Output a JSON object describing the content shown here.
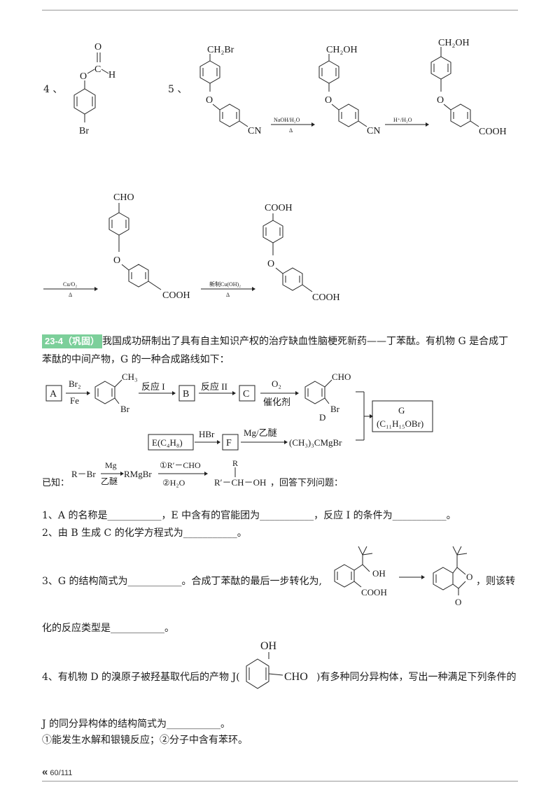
{
  "structures": {
    "s1_label": "4",
    "s1_sep": "、",
    "s1_o_top": "O",
    "s1_c": "C",
    "s1_h": "H",
    "s1_o_ester": "O",
    "s1_br": "Br",
    "s2_label": "5",
    "s2_sep": "、",
    "s2_ch2br": "CH₂Br",
    "s2_o": "O",
    "s2_cn": "CN",
    "s3_ch2oh": "CH₂OH",
    "s3_o": "O",
    "s3_cn": "CN",
    "s4_ch2oh": "CH₂OH",
    "s4_o": "O",
    "s4_cooh": "COOH",
    "s5_cho": "CHO",
    "s5_o": "O",
    "s5_cooh": "COOH",
    "s6_cooh_top": "COOH",
    "s6_o": "O",
    "s6_cooh": "COOH",
    "arrow1_top": "NaOH/H₂O",
    "arrow1_bottom": "Δ",
    "arrow2_top": "H⁺/H₂O",
    "arrow2_bottom": "",
    "arrow3_top": "Cu/O₂",
    "arrow3_bottom": "Δ",
    "arrow4_top": "新制Cu(OH)₂",
    "arrow4_bottom": "Δ"
  },
  "problem": {
    "badge": "23-4（巩固）",
    "intro_line1": "我国成功研制出了具有自主知识产权的治疗缺血性脑梗死新药——丁苯酞。有机物 G 是合成丁",
    "intro_line2": "苯酞的中间产物，G 的一种合成路线如下："
  },
  "scheme": {
    "box_a": "A",
    "br2": "Br₂",
    "fe": "Fe",
    "ch3": "CH₃",
    "br_a": "Br",
    "reaction1": "反应 I",
    "box_b": "B",
    "reaction2": "反应 II",
    "box_c": "C",
    "o2": "O₂",
    "catalyst": "催化剂",
    "cho": "CHO",
    "br_d": "Br",
    "d_label": "D",
    "g_label": "G",
    "g_formula": "(C₁₁H₁₅OBr)",
    "box_e": "E(C₄H₈)",
    "hbr": "HBr",
    "box_f": "F",
    "mg_ether": "Mg/乙醚",
    "grignard": "(CH₃)₃CMgBr"
  },
  "known": {
    "label": "已知：",
    "rbr": "R－Br",
    "mg": "Mg",
    "ether": "乙醚",
    "rmgbr": "RMgBr",
    "step1": "①R′－CHO",
    "step2": "②H₂O",
    "r_top": "R",
    "product": "R′－CH－OH",
    "tail": "，回答下列问题："
  },
  "questions": {
    "q1": "1、A 的名称是___________，E 中含有的官能团为___________，反应 I 的条件为___________。",
    "q2": "2、由 B 生成 C 的化学方程式为___________。",
    "q3_a": "3、G 的结构简式为___________。合成丁苯酞的最后一步转化为,",
    "q3_oh": "OH",
    "q3_cooh": "COOH",
    "q3_o_ring": "O",
    "q3_o_carbonyl": "O",
    "q3_b": "，则该转",
    "q3_c": "化的反应类型是___________。",
    "q4_a": "4、有机物 D 的溴原子被羟基取代后的产物 J(",
    "q4_oh": "OH",
    "q4_cho": "CHO",
    "q4_b": ")有多种同分异构体，写出一种满足下列条件的",
    "q4_c": "J 的同分异构体的结构简式为___________。",
    "q4_d": "①能发生水解和银镜反应；②分子中含有苯环。"
  },
  "footer": {
    "nav_icon": "«",
    "page": "60/111"
  }
}
